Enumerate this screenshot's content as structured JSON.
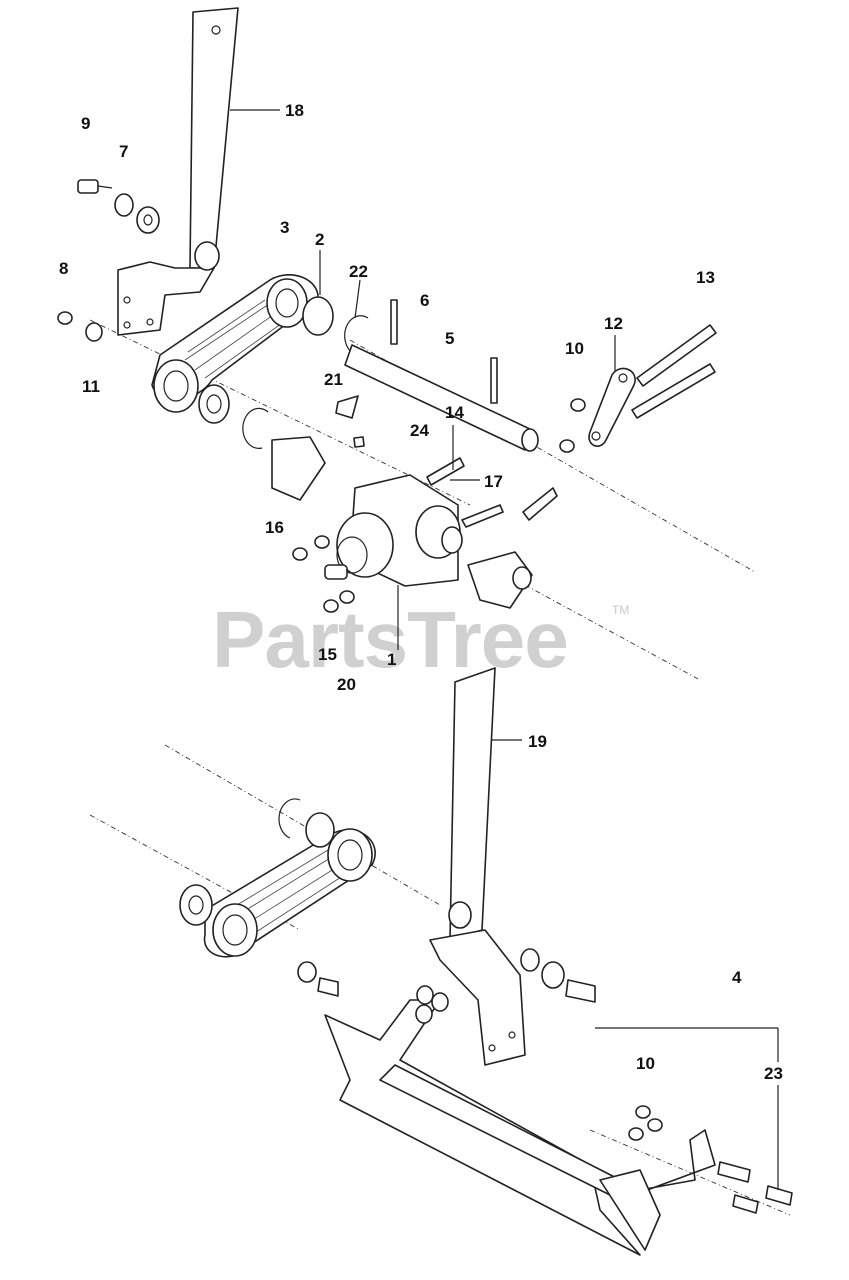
{
  "diagram": {
    "labels": [
      "1",
      "2",
      "3",
      "4",
      "5",
      "6",
      "7",
      "8",
      "9",
      "10",
      "10",
      "11",
      "12",
      "13",
      "14",
      "15",
      "16",
      "17",
      "18",
      "19",
      "20",
      "21",
      "22",
      "23",
      "24"
    ],
    "watermark": {
      "text": "PartsTree",
      "mark": "TM",
      "color": "#d0d0d0"
    }
  }
}
